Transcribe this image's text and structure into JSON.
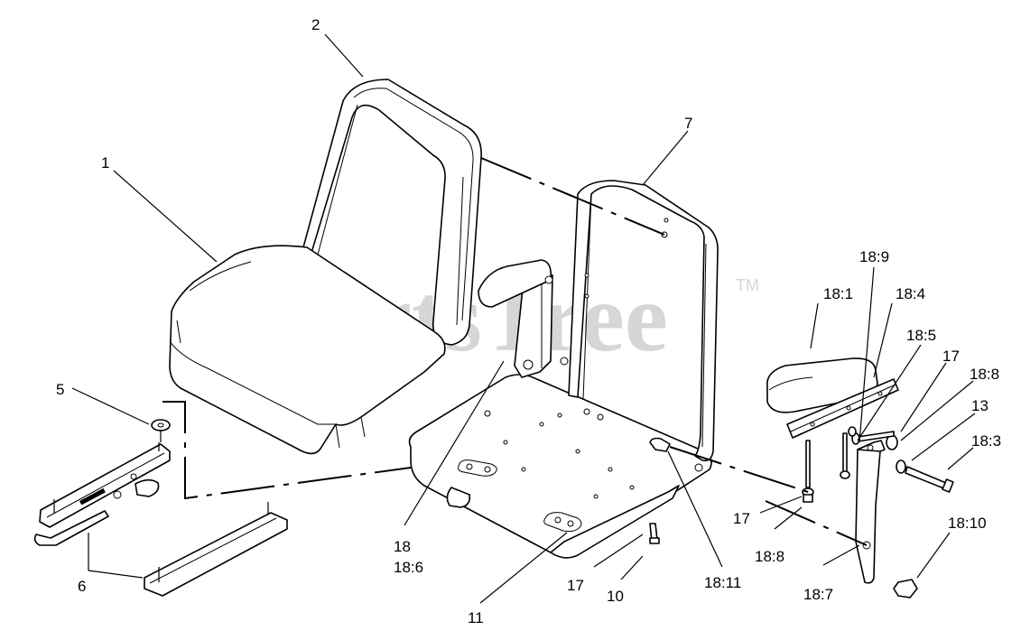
{
  "watermark": {
    "text": "PartsTree",
    "trademark": "TM"
  },
  "callouts": [
    {
      "id": "c1",
      "text": "1"
    },
    {
      "id": "c2",
      "text": "2"
    },
    {
      "id": "c5",
      "text": "5"
    },
    {
      "id": "c6",
      "text": "6"
    },
    {
      "id": "c7",
      "text": "7"
    },
    {
      "id": "c10",
      "text": "10"
    },
    {
      "id": "c11",
      "text": "11"
    },
    {
      "id": "c13",
      "text": "13"
    },
    {
      "id": "c17a",
      "text": "17"
    },
    {
      "id": "c17b",
      "text": "17"
    },
    {
      "id": "c17c",
      "text": "17"
    },
    {
      "id": "c18",
      "text": "18"
    },
    {
      "id": "c18_6",
      "text": "18:6"
    },
    {
      "id": "c18_1",
      "text": "18:1"
    },
    {
      "id": "c18_3",
      "text": "18:3"
    },
    {
      "id": "c18_4",
      "text": "18:4"
    },
    {
      "id": "c18_5",
      "text": "18:5"
    },
    {
      "id": "c18_7",
      "text": "18:7"
    },
    {
      "id": "c18_8a",
      "text": "18:8"
    },
    {
      "id": "c18_8b",
      "text": "18:8"
    },
    {
      "id": "c18_9",
      "text": "18:9"
    },
    {
      "id": "c18_10",
      "text": "18:10"
    },
    {
      "id": "c18_11",
      "text": "18:11"
    }
  ]
}
